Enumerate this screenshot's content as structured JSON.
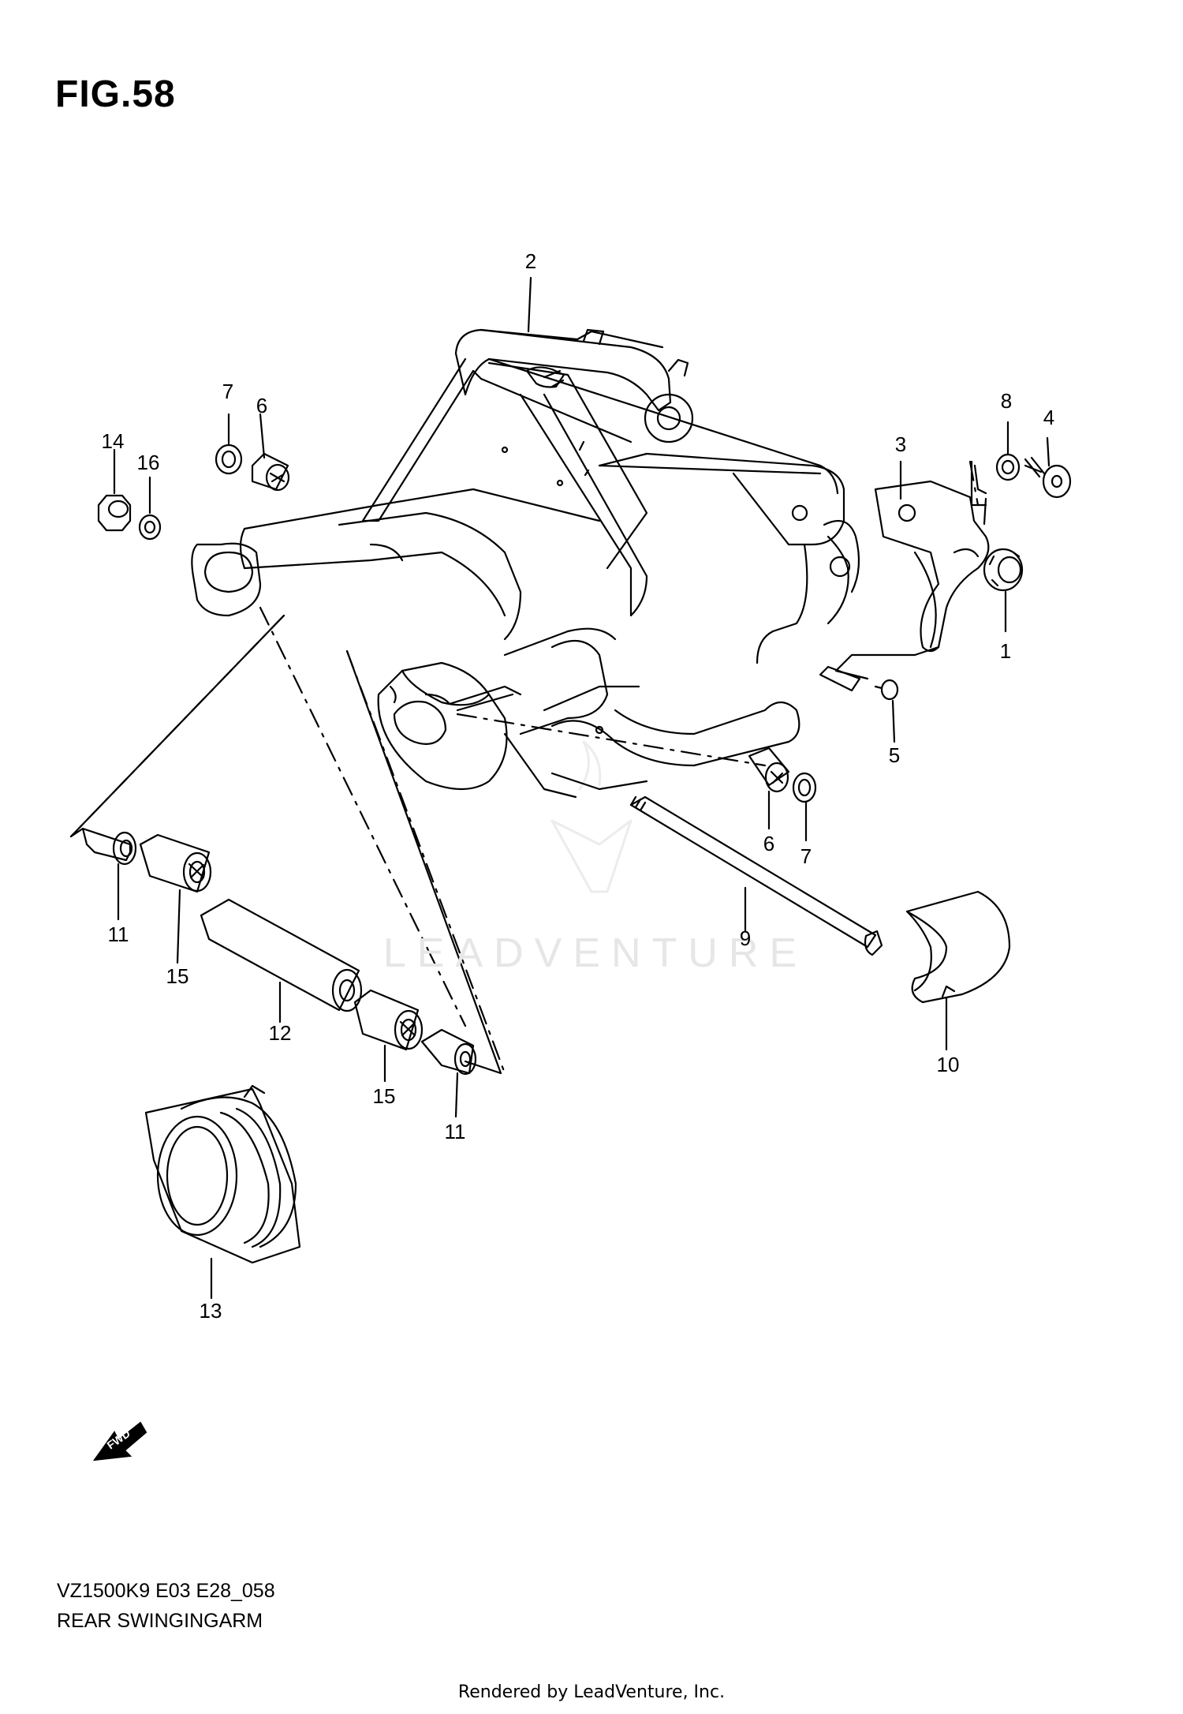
{
  "figure": {
    "title": "FIG.58"
  },
  "footer": {
    "code": "VZ1500K9 E03 E28_058",
    "name": "REAR SWINGINGARM"
  },
  "credit": "Rendered by LeadVenture, Inc.",
  "watermark": "LEADVENTURE",
  "fwd_label": "FWD",
  "callouts": {
    "c1": "1",
    "c2": "2",
    "c3": "3",
    "c4": "4",
    "c5": "5",
    "c6a": "6",
    "c6b": "6",
    "c7a": "7",
    "c7b": "7",
    "c8": "8",
    "c9": "9",
    "c10": "10",
    "c11a": "11",
    "c11b": "11",
    "c12": "12",
    "c13": "13",
    "c14": "14",
    "c15a": "15",
    "c15b": "15",
    "c16": "16"
  }
}
